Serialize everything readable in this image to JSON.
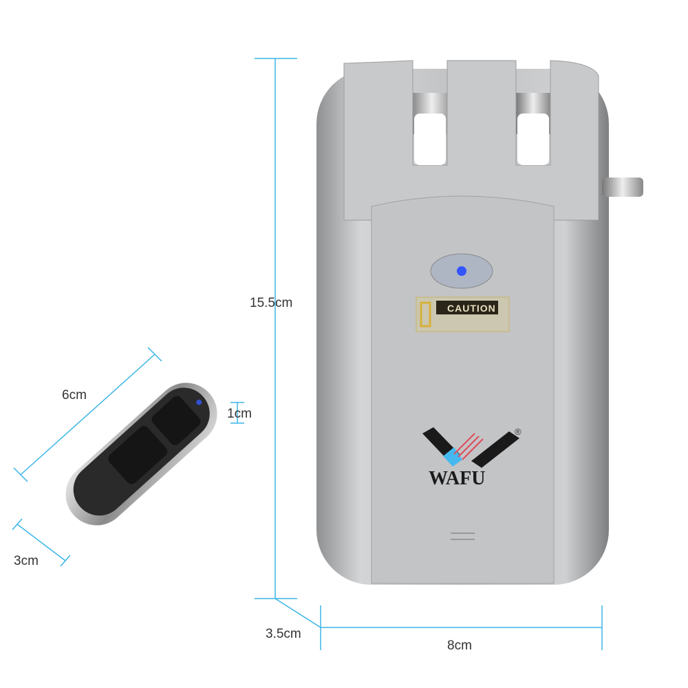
{
  "dimensions": {
    "lock_height": "15.5cm",
    "lock_width": "8cm",
    "lock_depth": "3.5cm",
    "remote_length": "6cm",
    "remote_width": "3cm",
    "remote_thickness": "1cm"
  },
  "lock": {
    "caution_label": "CAUTION",
    "brand": "WAFU",
    "registered_mark": "®"
  },
  "colors": {
    "dimension_line": "#3ab4e6",
    "lock_body": "#b9bbbd",
    "indicator_led": "#3355ff"
  }
}
